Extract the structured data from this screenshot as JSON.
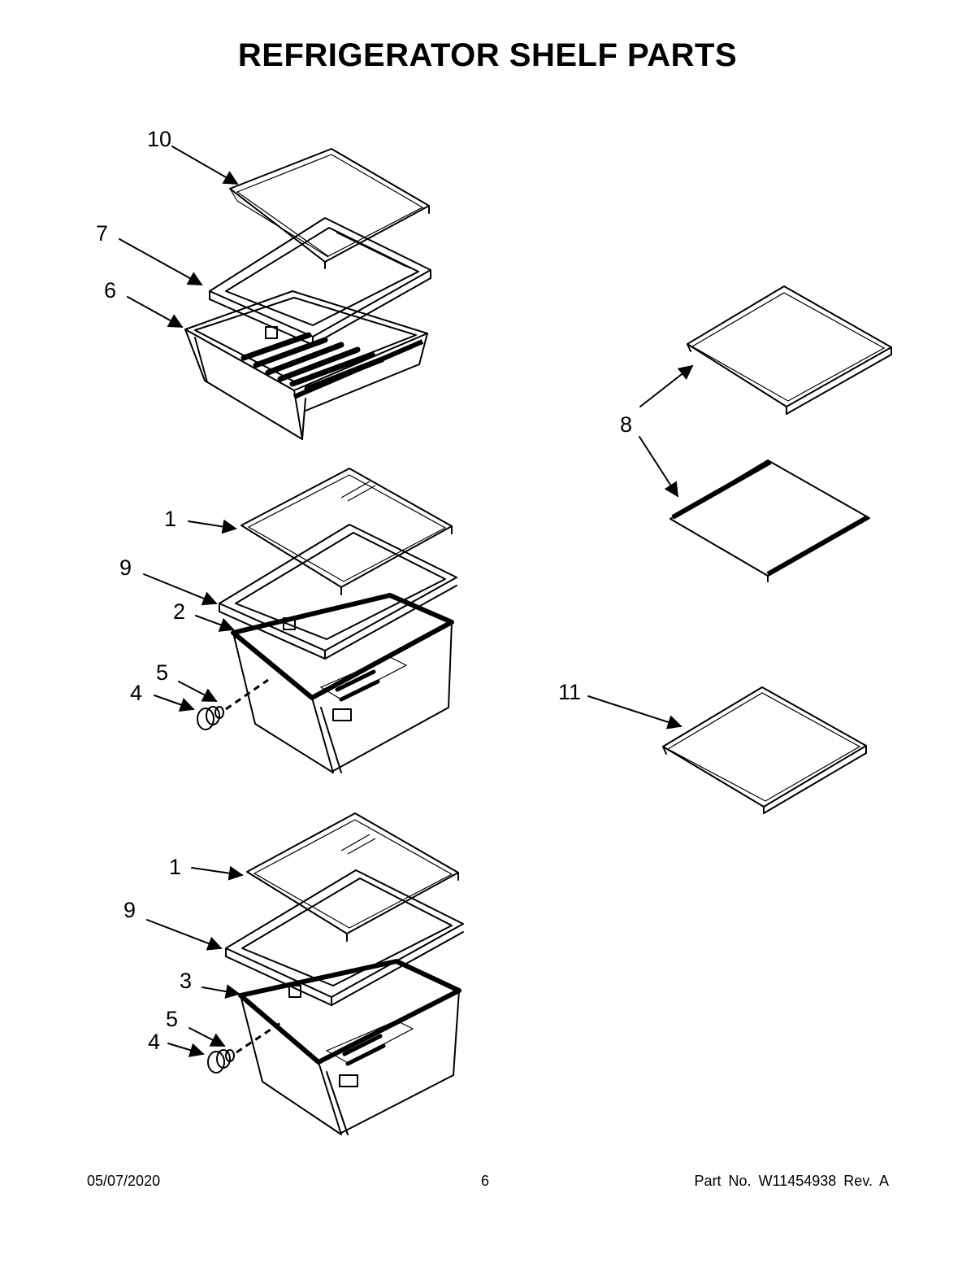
{
  "title": "REFRIGERATOR SHELF PARTS",
  "callouts": {
    "c10": "10",
    "c7": "7",
    "c6": "6",
    "c1a": "1",
    "c9a": "9",
    "c2": "2",
    "c5a": "5",
    "c4a": "4",
    "c8": "8",
    "c11": "11",
    "c1b": "1",
    "c9b": "9",
    "c3": "3",
    "c5b": "5",
    "c4b": "4"
  },
  "footer": {
    "date": "05/07/2020",
    "page": "6",
    "part": "Part No.  W11454938  Rev.  A"
  }
}
